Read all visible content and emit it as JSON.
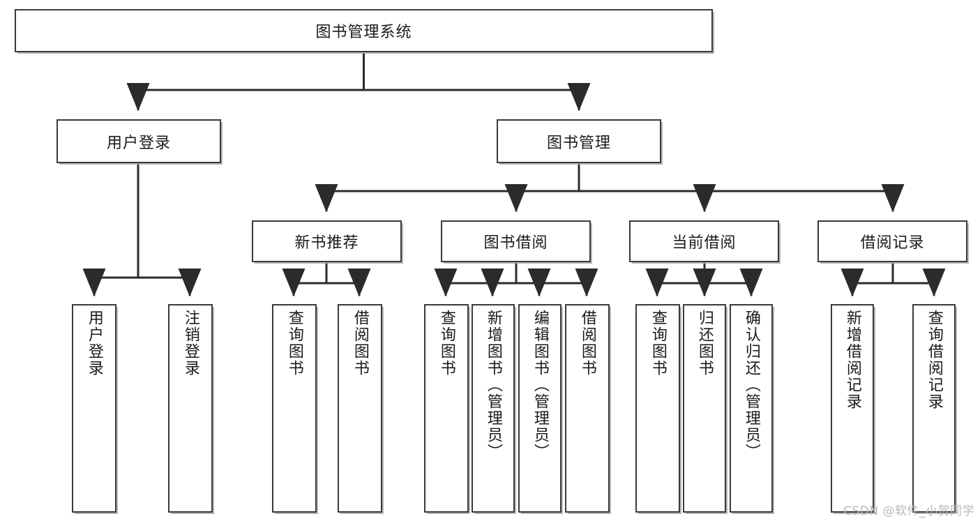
{
  "diagram": {
    "title": "图书管理系统",
    "type": "tree",
    "orientation": "top-down",
    "colors": {
      "box_border": "#3a3a3a",
      "box_fill": "#ffffff",
      "edge": "#2b2b2b",
      "shadow": "#aaaaaa",
      "text": "#1a1a1a",
      "watermark": "#b9b9b9",
      "background": "#ffffff"
    },
    "root": {
      "label": "图书管理系统"
    },
    "level2": [
      {
        "label": "用户登录"
      },
      {
        "label": "图书管理"
      }
    ],
    "level3": [
      {
        "label": "新书推荐"
      },
      {
        "label": "图书借阅"
      },
      {
        "label": "当前借阅"
      },
      {
        "label": "借阅记录"
      }
    ],
    "leaves": {
      "user_login": [
        {
          "label": "用户登录"
        },
        {
          "label": "注销登录"
        }
      ],
      "new_book_recommend": [
        {
          "label": "查询图书"
        },
        {
          "label": "借阅图书"
        }
      ],
      "book_borrow": [
        {
          "label": "查询图书"
        },
        {
          "label": "新增图书（管理员）"
        },
        {
          "label": "编辑图书（管理员）"
        },
        {
          "label": "借阅图书"
        }
      ],
      "current_borrow": [
        {
          "label": "查询图书"
        },
        {
          "label": "归还图书"
        },
        {
          "label": "确认归还（管理员）"
        }
      ],
      "borrow_record": [
        {
          "label": "新增借阅记录"
        },
        {
          "label": "查询借阅记录"
        }
      ]
    }
  },
  "watermark": {
    "text": "CSDN @软件_小贺同学"
  }
}
